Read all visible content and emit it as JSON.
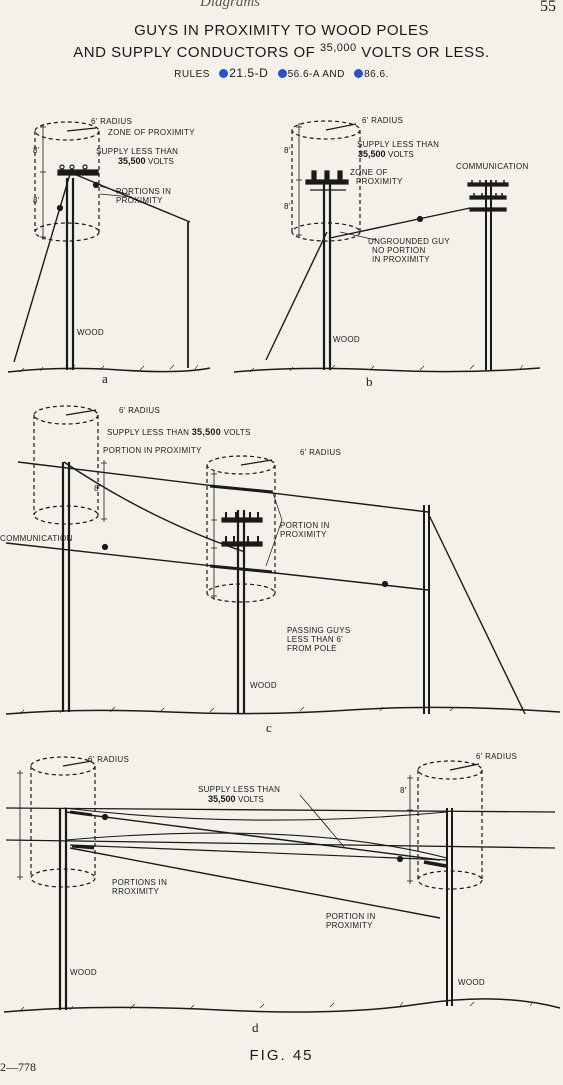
{
  "header": {
    "running_head": "Diagrams",
    "page_corner": "55",
    "title_line1": "GUYS IN PROXIMITY TO WOOD POLES",
    "title_line2_a": "AND SUPPLY CONDUCTORS OF",
    "title_line2_voltage": "35,000",
    "title_line2_b": "VOLTS OR LESS."
  },
  "rules": {
    "label": "RULES",
    "rule1": "21.5-D",
    "rule2": "56.6-A",
    "and": "AND",
    "rule3": "86.6."
  },
  "panel_a": {
    "radius": "6' RADIUS",
    "zone": "ZONE OF PROXIMITY",
    "supply": "SUPPLY LESS THAN",
    "supply_volt_num": "35,500",
    "supply_volt_unit": "VOLTS",
    "portions_l1": "PORTIONS IN",
    "portions_l2": "PROXIMITY",
    "wood": "WOOD",
    "dim_top": "8'",
    "dim_bottom": "8'",
    "letter": "a"
  },
  "panel_b": {
    "radius": "6' RADIUS",
    "supply": "SUPPLY LESS THAN",
    "supply_volt_num": "35,500",
    "supply_volt_unit": "VOLTS",
    "zone_l1": "ZONE OF",
    "zone_l2": "PROXIMITY",
    "communication": "COMMUNICATION",
    "guy_l1": "UNGROUNDED GUY",
    "guy_l2": "NO PORTION",
    "guy_l3": "IN PROXIMITY",
    "wood": "WOOD",
    "dim_top": "8'",
    "dim_bottom": "8'",
    "letter": "b"
  },
  "panel_c": {
    "radius1": "6' RADIUS",
    "supply": "SUPPLY LESS THAN",
    "supply_volt_num": "35,500",
    "supply_volt_unit": "VOLTS",
    "portion": "PORTION IN PROXIMITY",
    "radius2": "6' RADIUS",
    "communication": "COMMUNICATION",
    "portion2_l1": "PORTION IN",
    "portion2_l2": "PROXIMITY",
    "passing_l1": "PASSING GUYS",
    "passing_l2": "LESS THAN 6'",
    "passing_l3": "FROM POLE",
    "wood": "WOOD",
    "dim": "8'",
    "letter": "c"
  },
  "panel_d": {
    "radius1": "6' RADIUS",
    "radius2": "6' RADIUS",
    "supply": "SUPPLY LESS THAN",
    "supply_volt_num": "35,500",
    "supply_volt_unit": "VOLTS",
    "portions_l1": "PORTIONS IN",
    "portions_l2": "RROXIMITY",
    "portion_l1": "PORTION IN",
    "portion_l2": "PROXIMITY",
    "wood1": "WOOD",
    "wood2": "WOOD",
    "dim": "8'",
    "letter": "d"
  },
  "footer": {
    "fig": "FIG. 45",
    "page_ref": "2—778"
  }
}
